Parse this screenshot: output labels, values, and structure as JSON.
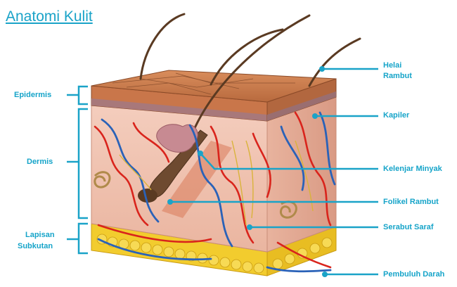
{
  "title": "Anatomi Kulit",
  "left_labels": {
    "epidermis": "Epidermis",
    "dermis": "Dermis",
    "subkutan_line1": "Lapisan",
    "subkutan_line2": "Subkutan"
  },
  "right_labels": {
    "helai_line1": "Helai",
    "helai_line2": "Rambut",
    "kapiler": "Kapiler",
    "kelenjar": "Kelenjar Minyak",
    "folikel": "Folikel Rambut",
    "saraf": "Serabut Saraf",
    "pembuluh": "Pembuluh Darah"
  },
  "colors": {
    "accent": "#1aa3c8",
    "epidermis": "#c9764a",
    "dermis": "#f0c2b0",
    "fat": "#f2cc2e",
    "artery": "#d9241c",
    "vein": "#2a62b8",
    "hair": "#5a3a22"
  }
}
